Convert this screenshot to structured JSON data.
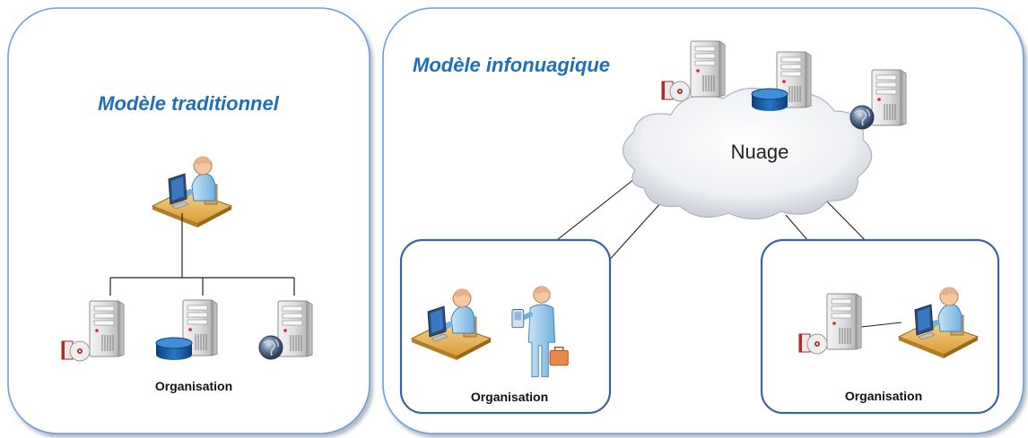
{
  "traditional_panel": {
    "title": "Modèle traditionnel",
    "org_label": "Organisation",
    "icons": [
      "user-workstation-icon",
      "server-cd-icon",
      "server-database-icon",
      "server-globe-icon"
    ]
  },
  "cloud_panel": {
    "title": "Modèle infonuagique",
    "cloud_label": "Nuage",
    "cloud_servers": [
      "server-cd-icon",
      "server-database-icon",
      "server-globe-icon"
    ],
    "left_org": {
      "label": "Organisation",
      "icons": [
        "user-workstation-icon",
        "mobile-user-icon"
      ]
    },
    "right_org": {
      "label": "Organisation",
      "icons": [
        "server-cd-icon",
        "user-workstation-icon"
      ]
    }
  },
  "colors": {
    "panel_border": "#6f9fd8",
    "org_border": "#3a64a0",
    "title": "#1f6fb8"
  }
}
